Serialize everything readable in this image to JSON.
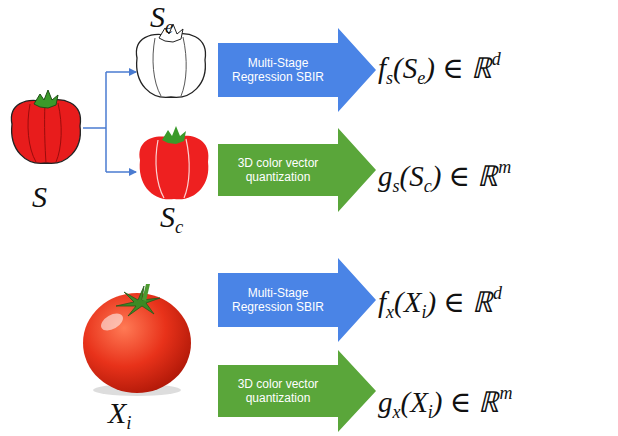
{
  "diagram": {
    "nodes": [
      {
        "text": [
          "Multi-Stage Regression SBIR"
        ]
      },
      {
        "text": [
          "3D color vector quantization"
        ]
      },
      {
        "text": [
          "Multi-Stage Regression SBIR"
        ]
      },
      {
        "text": [
          "3D color vector quantization"
        ]
      }
    ],
    "labels": [
      "S",
      "e",
      "f",
      "s",
      "(S",
      "e",
      ") ∈ ℝ",
      "d",
      "g",
      "s",
      "(S",
      "c",
      ") ∈ ℝ",
      "m",
      "S",
      "S",
      "c",
      "f",
      "x",
      "(X",
      "i",
      ") ∈ ℝ",
      "d",
      "X",
      "i",
      "g",
      "x",
      "(X",
      "i",
      ") ∈ ℝ",
      "m"
    ]
  }
}
